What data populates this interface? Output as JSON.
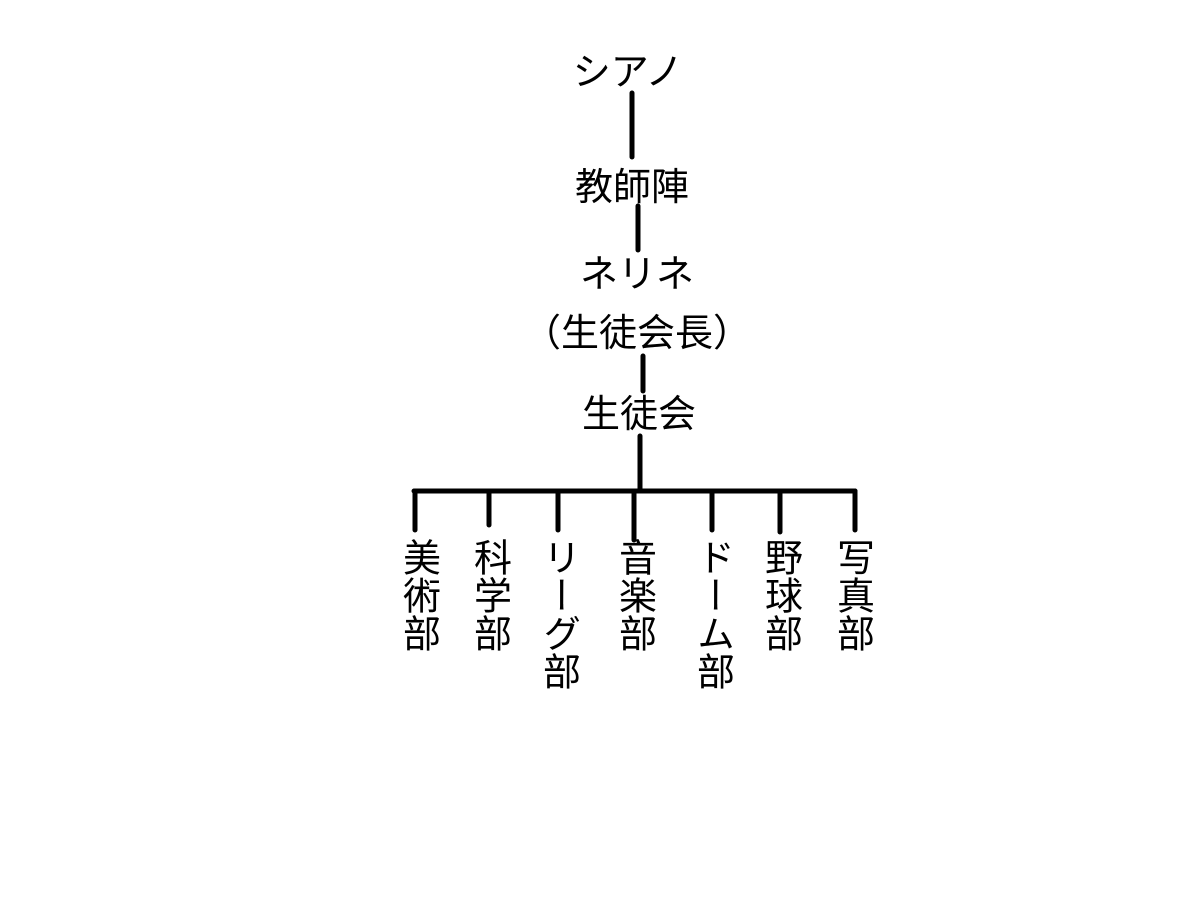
{
  "org_chart": {
    "root": "シアノ",
    "level2": "教師陣",
    "level3_name": "ネリネ",
    "level3_role": "（生徒会長）",
    "level4": "生徒会",
    "clubs": [
      "美術部",
      "科学部",
      "リーグ部",
      "音楽部",
      "ドーム部",
      "野球部",
      "写真部"
    ]
  },
  "colors": {
    "line": "#000000",
    "background": "#ffffff"
  }
}
